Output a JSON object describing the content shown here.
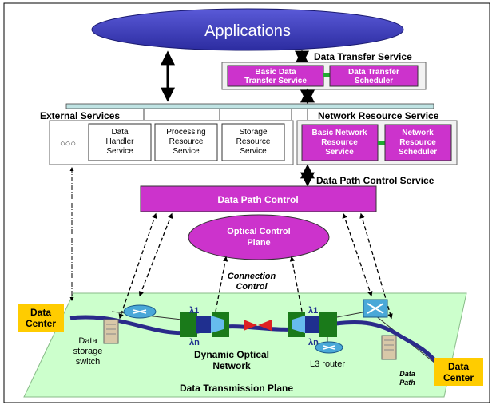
{
  "applications": "Applications",
  "data_transfer_service": {
    "title": "Data Transfer Service",
    "basic_line1": "Basic Data",
    "basic_line2": "Transfer Service",
    "scheduler_line1": "Data Transfer",
    "scheduler_line2": "Scheduler"
  },
  "external_services": {
    "title": "External Services",
    "ellipsis": "○○○",
    "data_handler": [
      "Data",
      "Handler",
      "Service"
    ],
    "processing": [
      "Processing",
      "Resource",
      "Service"
    ],
    "storage": [
      "Storage",
      "Resource",
      "Service"
    ]
  },
  "network_resource_service": {
    "title": "Network Resource Service",
    "basic": [
      "Basic Network",
      "Resource",
      "Service"
    ],
    "scheduler": [
      "Network",
      "Resource",
      "Scheduler"
    ]
  },
  "data_path_control_service": "Data Path Control Service",
  "data_path_control": "Data Path Control",
  "optical_control_plane": [
    "Optical Control",
    "Plane"
  ],
  "connection_control": [
    "Connection",
    "Control"
  ],
  "lambda_1": "λ1",
  "lambda_n": "λn",
  "data_center_left": [
    "Data",
    "Center"
  ],
  "data_center_right": [
    "Data",
    "Center"
  ],
  "data_storage_switch": [
    "Data",
    "storage",
    "switch"
  ],
  "dynamic_optical_network": [
    "Dynamic Optical",
    "Network"
  ],
  "l3_router": "L3 router",
  "data_path": [
    "Data",
    "Path"
  ],
  "data_transmission_plane": "Data Transmission Plane",
  "colors": {
    "magenta": "#cc33cc",
    "purple_ellipse": "#3333bb",
    "green_plane": "#ccffcc",
    "data_center": "#ffcc00",
    "bus": "#bfe3e3",
    "path": "#2a2a8a"
  }
}
